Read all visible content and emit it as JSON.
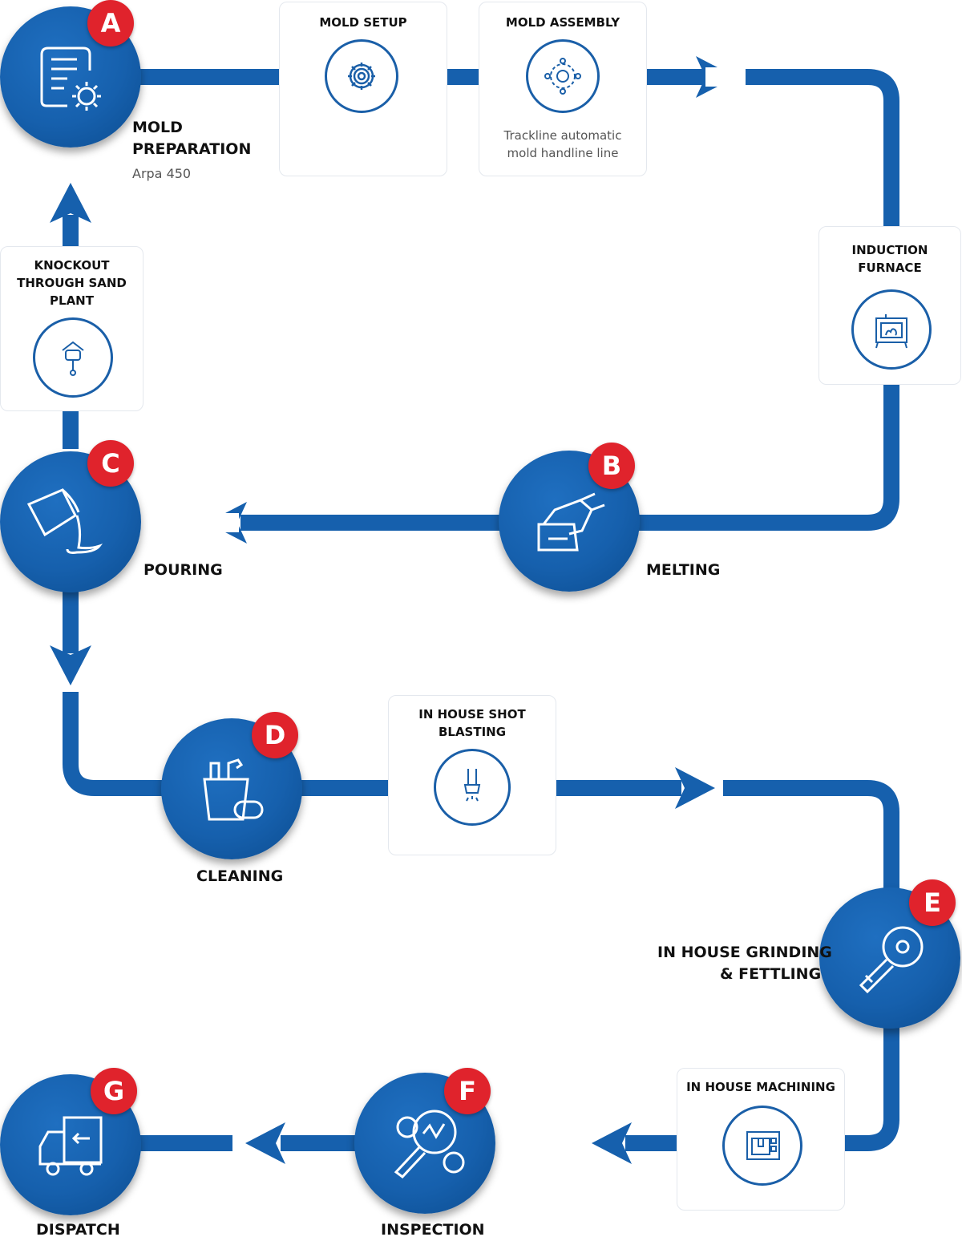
{
  "colors": {
    "pipe": "#1660ad",
    "badge": "#e0232c",
    "card_border": "#e4e8ee"
  },
  "steps": [
    {
      "badge": "A",
      "label_line1": "MOLD",
      "label_line2": "PREPARATION",
      "sub": "Arpa 450",
      "icon": "document-gear-icon"
    },
    {
      "badge": "B",
      "label": "MELTING",
      "icon": "ladle-icon"
    },
    {
      "badge": "C",
      "label": "POURING",
      "icon": "pouring-bucket-icon"
    },
    {
      "badge": "D",
      "label": "CLEANING",
      "icon": "cleaning-supplies-icon"
    },
    {
      "badge": "E",
      "label_line1": "IN HOUSE GRINDING",
      "label_line2": "& FETTLING",
      "icon": "angle-grinder-icon"
    },
    {
      "badge": "F",
      "label": "INSPECTION",
      "icon": "magnifier-gears-icon"
    },
    {
      "badge": "G",
      "label": "DISPATCH",
      "icon": "delivery-truck-icon"
    }
  ],
  "cards": {
    "mold_setup": {
      "title": "MOLD SETUP",
      "icon": "gear-cog-icon"
    },
    "mold_assembly": {
      "title": "MOLD ASSEMBLY",
      "sub_line1": "Trackline automatic",
      "sub_line2": "mold handline line",
      "icon": "circle-gears-icon"
    },
    "induction_furnace": {
      "title_line1": "INDUCTION",
      "title_line2": "FURNACE",
      "icon": "furnace-icon"
    },
    "knockout": {
      "title_line1": "KNOCKOUT",
      "title_line2": "THROUGH SAND",
      "title_line3": "PLANT",
      "icon": "sand-plant-icon"
    },
    "shot_blasting": {
      "title_line1": "IN HOUSE SHOT",
      "title_line2": "BLASTING",
      "icon": "shot-blast-icon"
    },
    "machining": {
      "title": "IN HOUSE MACHINING",
      "icon": "cnc-machine-icon"
    }
  }
}
